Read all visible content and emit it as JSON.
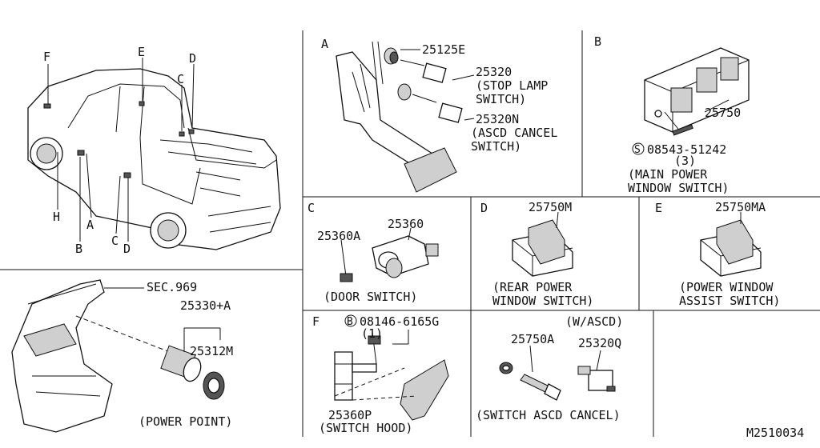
{
  "vehicle": {
    "callouts": {
      "f": "F",
      "e": "E",
      "d_top": "D",
      "c_top": "C",
      "h": "H",
      "a": "A",
      "b": "B",
      "c_bottom": "C",
      "d_bottom": "D"
    }
  },
  "power_point": {
    "sec": "SEC.969",
    "part_a": "25330+A",
    "part_b": "25312M",
    "caption": "(POWER POINT)"
  },
  "panel_a": {
    "letter": "A",
    "part_1": "25125E",
    "part_2": "25320",
    "part_2_desc_1": "(STOP LAMP",
    "part_2_desc_2": "SWITCH)",
    "part_3": "25320N",
    "part_3_desc_1": "(ASCD CANCEL",
    "part_3_desc_2": "SWITCH)"
  },
  "panel_b": {
    "letter": "B",
    "part_1": "25750",
    "bolt": "08543-51242",
    "bolt_prefix": "S",
    "bolt_qty": "(3)",
    "caption_1": "(MAIN POWER",
    "caption_2": "WINDOW SWITCH)"
  },
  "panel_c": {
    "letter": "C",
    "part_1": "25360A",
    "part_2": "25360",
    "caption": "(DOOR SWITCH)"
  },
  "panel_d": {
    "letter": "D",
    "part_1": "25750M",
    "caption_1": "(REAR POWER",
    "caption_2": "WINDOW SWITCH)"
  },
  "panel_e": {
    "letter": "E",
    "part_1": "25750MA",
    "caption_1": "(POWER WINDOW",
    "caption_2": "ASSIST SWITCH)"
  },
  "panel_f": {
    "letter": "F",
    "bolt_prefix": "B",
    "bolt": "08146-6165G",
    "bolt_qty": "(1)",
    "part_1": "25360P",
    "caption": "(SWITCH HOOD)"
  },
  "panel_g": {
    "note": "(W/ASCD)",
    "part_1": "25750A",
    "part_2": "25320Q",
    "caption": "(SWITCH ASCD CANCEL)"
  },
  "diagram_id": "M2510034"
}
